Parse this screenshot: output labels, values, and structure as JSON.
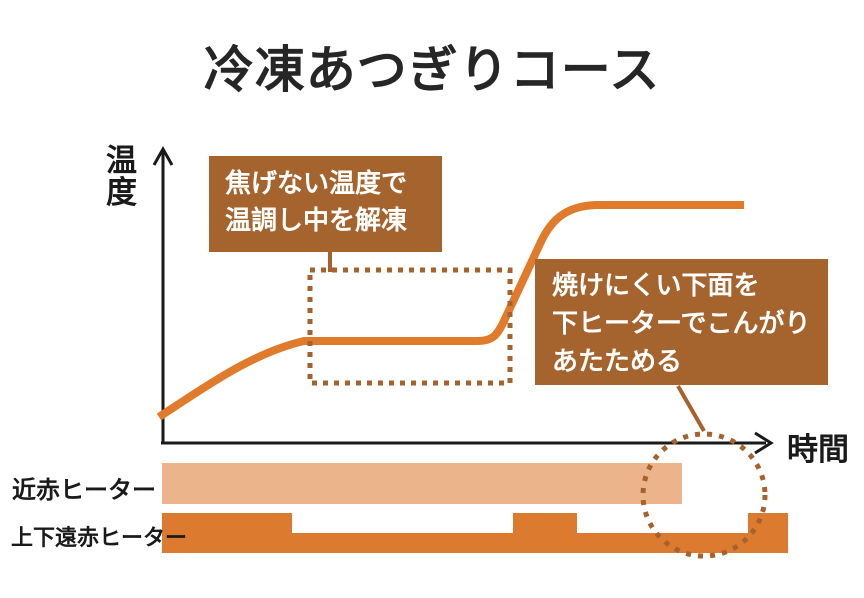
{
  "page": {
    "title": "冷凍あつぎりコース"
  },
  "chart": {
    "y_axis_label": "温度",
    "x_axis_label": "時間",
    "callout_defrost": {
      "line1": "焦げない温度で",
      "line2": "温調し中を解凍"
    },
    "callout_bottom_browning": {
      "line1": "焼けにくい下面を",
      "line2": "下ヒーターでこんがり",
      "line3": "あたためる"
    },
    "heater_rows": {
      "near_infrared_label": "近赤ヒーター",
      "upper_lower_far_infrared_label": "上下遠赤ヒーター"
    }
  },
  "colors": {
    "curve_orange": "#E07B2C",
    "callout_brown": "#A5632D",
    "dotted_outline_brown": "#A5622C",
    "near_infrared_bar": "#ECB48B",
    "far_infrared_bar": "#DC7B30",
    "axis_black": "#1A1A1A",
    "title_text": "#262626",
    "callout_text": "#FFFFFF"
  },
  "chart_data": {
    "type": "line",
    "title": "冷凍あつぎりコース",
    "xlabel": "時間",
    "ylabel": "温度",
    "numeric_axes": false,
    "grid": false,
    "legend": "none",
    "series": [
      {
        "name": "庫内温度プロファイル",
        "x_norm": [
          0.0,
          0.24,
          0.52,
          0.58,
          0.62,
          0.72,
          0.96
        ],
        "y_norm": [
          0.09,
          0.35,
          0.35,
          0.42,
          0.67,
          0.81,
          0.81
        ],
        "shape_description": "ゆるやかに上昇 → 焦げない温度で一定（解凍温調プラトー）→ 急上昇 → 高温プラトーで一定"
      }
    ],
    "annotations": [
      {
        "marker": "dotted-rectangle",
        "target_region_x_norm": [
          0.24,
          0.575
        ],
        "text": "焦げない温度で温調し中を解凍"
      },
      {
        "marker": "dotted-circle",
        "target_region_x_norm": [
          0.79,
          1.0
        ],
        "text": "焼けにくい下面を下ヒーターでこんがりあたためる"
      }
    ],
    "heater_timeline": {
      "near_infrared": {
        "label": "近赤ヒーター",
        "on_intervals_norm": [
          [
            0.0,
            0.83
          ]
        ]
      },
      "upper_lower_far_infrared": {
        "label": "上下遠赤ヒーター",
        "segments_norm": [
          {
            "from": 0.0,
            "to": 0.21,
            "power": "high"
          },
          {
            "from": 0.21,
            "to": 0.56,
            "power": "low"
          },
          {
            "from": 0.56,
            "to": 0.66,
            "power": "high"
          },
          {
            "from": 0.66,
            "to": 0.94,
            "power": "low"
          },
          {
            "from": 0.94,
            "to": 1.0,
            "power": "high"
          }
        ]
      }
    }
  }
}
